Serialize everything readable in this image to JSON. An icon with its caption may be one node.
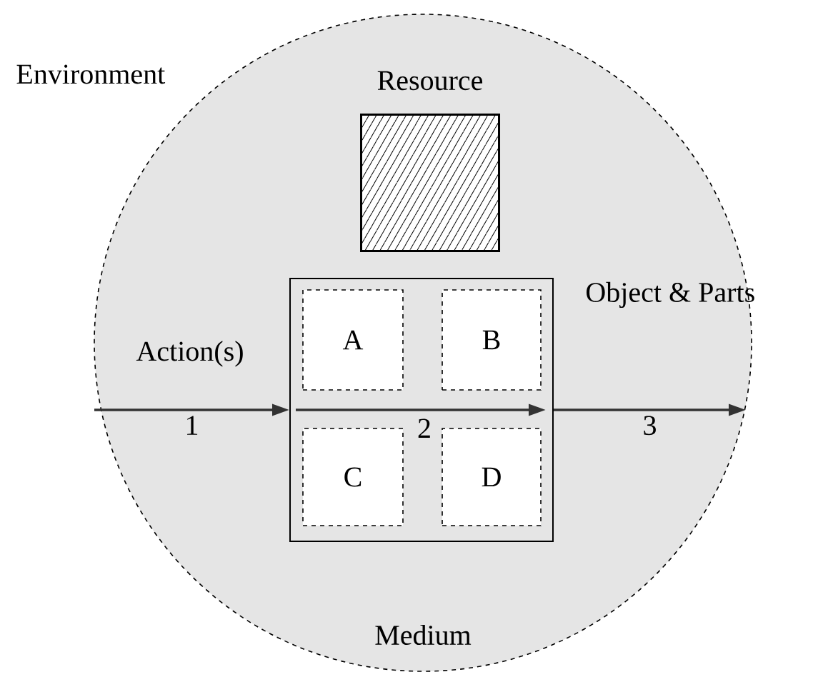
{
  "diagram": {
    "nodes": [
      {
        "text": [
          "Medium"
        ]
      },
      {
        "text": [
          "Resource"
        ],
        "in": 0
      },
      {
        "text": [
          "Object & Parts"
        ],
        "in": 0
      },
      {
        "text": [
          "A"
        ],
        "in": 2
      },
      {
        "text": [
          "B"
        ],
        "in": 2
      },
      {
        "text": [
          "C"
        ],
        "in": 2
      },
      {
        "text": [
          "D"
        ],
        "in": 2
      }
    ],
    "edges": [
      {
        "from": null,
        "to": 2,
        "arrow": "to",
        "label": "1"
      },
      {
        "from": 2,
        "to": null,
        "arrow": "to",
        "label": "3"
      }
    ],
    "labels": [
      "Environment",
      "Action(s)",
      "2"
    ]
  }
}
